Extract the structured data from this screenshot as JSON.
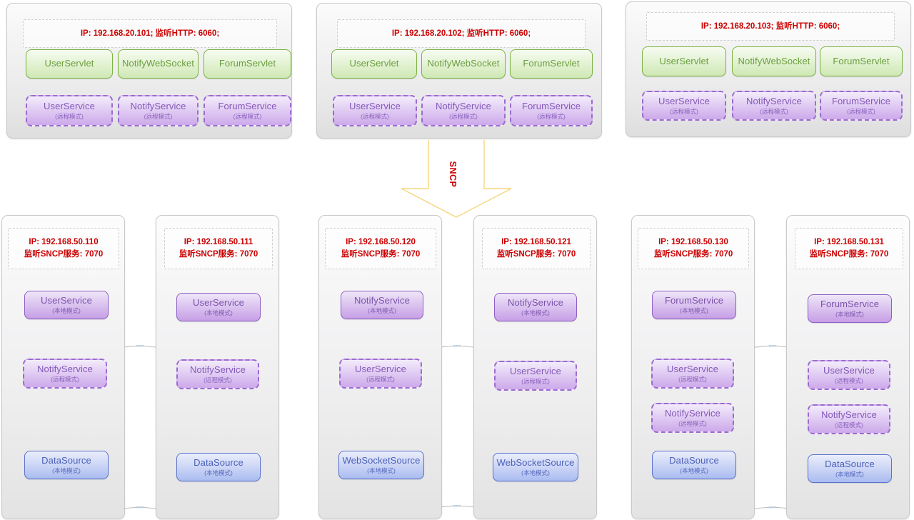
{
  "diagram": {
    "protocol_label": "SNCP",
    "colors": {
      "ip_text": "#cc0000",
      "green_border": "#7cb342",
      "green_text": "#6a9e3e",
      "purple_border": "#8e5fc4",
      "purple_text": "#7b52ab",
      "blue_border": "#5b72cf",
      "blue_text": "#4a5fb8",
      "arrow": "#f6d77a",
      "link": "#b9b9b9",
      "panel_bg": "#eeeeef"
    },
    "link_label": "SNCP"
  },
  "app_tier": [
    {
      "ip_line": "IP: 192.168.20.101;  监听HTTP: 6060;",
      "servlets": [
        {
          "name": "UserServlet"
        },
        {
          "name": "NotifyWebSocket"
        },
        {
          "name": "ForumServlet"
        }
      ],
      "services": [
        {
          "name": "UserService",
          "mode": "(远程模式)"
        },
        {
          "name": "NotifyService",
          "mode": "(远程模式)"
        },
        {
          "name": "ForumService",
          "mode": "(远程模式)"
        }
      ]
    },
    {
      "ip_line": "IP: 192.168.20.102;  监听HTTP: 6060;",
      "servlets": [
        {
          "name": "UserServlet"
        },
        {
          "name": "NotifyWebSocket"
        },
        {
          "name": "ForumServlet"
        }
      ],
      "services": [
        {
          "name": "UserService",
          "mode": "(远程模式)"
        },
        {
          "name": "NotifyService",
          "mode": "(远程模式)"
        },
        {
          "name": "ForumService",
          "mode": "(远程模式)"
        }
      ]
    },
    {
      "ip_line": "IP: 192.168.20.103;  监听HTTP: 6060;",
      "servlets": [
        {
          "name": "UserServlet"
        },
        {
          "name": "NotifyWebSocket"
        },
        {
          "name": "ForumServlet"
        }
      ],
      "services": [
        {
          "name": "UserService",
          "mode": "(远程模式)"
        },
        {
          "name": "NotifyService",
          "mode": "(远程模式)"
        },
        {
          "name": "ForumService",
          "mode": "(远程模式)"
        }
      ]
    }
  ],
  "service_tier": [
    {
      "ip_line1": "IP: 192.168.50.110",
      "ip_line2": "监听SNCP服务: 7070",
      "components": [
        {
          "name": "UserService",
          "mode": "(本地模式)",
          "style": "purple-solid"
        },
        {
          "name": "NotifyService",
          "mode": "(远程模式)",
          "style": "purple-dash"
        },
        {
          "name": "DataSource",
          "mode": "(本地模式)",
          "style": "blue"
        }
      ]
    },
    {
      "ip_line1": "IP: 192.168.50.111",
      "ip_line2": "监听SNCP服务: 7070",
      "components": [
        {
          "name": "UserService",
          "mode": "(本地模式)",
          "style": "purple-solid"
        },
        {
          "name": "NotifyService",
          "mode": "(远程模式)",
          "style": "purple-dash"
        },
        {
          "name": "DataSource",
          "mode": "(本地模式)",
          "style": "blue"
        }
      ]
    },
    {
      "ip_line1": "IP: 192.168.50.120",
      "ip_line2": "监听SNCP服务: 7070",
      "components": [
        {
          "name": "NotifyService",
          "mode": "(本地模式)",
          "style": "purple-solid"
        },
        {
          "name": "UserService",
          "mode": "(远程模式)",
          "style": "purple-dash"
        },
        {
          "name": "WebSocketSource",
          "mode": "(本地模式)",
          "style": "blue"
        }
      ]
    },
    {
      "ip_line1": "IP: 192.168.50.121",
      "ip_line2": "监听SNCP服务: 7070",
      "components": [
        {
          "name": "NotifyService",
          "mode": "(本地模式)",
          "style": "purple-solid"
        },
        {
          "name": "UserService",
          "mode": "(远程模式)",
          "style": "purple-dash"
        },
        {
          "name": "WebSocketSource",
          "mode": "(本地模式)",
          "style": "blue"
        }
      ]
    },
    {
      "ip_line1": "IP: 192.168.50.130",
      "ip_line2": "监听SNCP服务: 7070",
      "components": [
        {
          "name": "ForumService",
          "mode": "(本地模式)",
          "style": "purple-solid"
        },
        {
          "name": "UserService",
          "mode": "(远程模式)",
          "style": "purple-dash"
        },
        {
          "name": "NotifyService",
          "mode": "(远程模式)",
          "style": "purple-dash"
        },
        {
          "name": "DataSource",
          "mode": "(本地模式)",
          "style": "blue"
        }
      ]
    },
    {
      "ip_line1": "IP: 192.168.50.131",
      "ip_line2": "监听SNCP服务: 7070",
      "components": [
        {
          "name": "ForumService",
          "mode": "(本地模式)",
          "style": "purple-solid"
        },
        {
          "name": "UserService",
          "mode": "(远程模式)",
          "style": "purple-dash"
        },
        {
          "name": "NotifyService",
          "mode": "(远程模式)",
          "style": "purple-dash"
        },
        {
          "name": "DataSource",
          "mode": "(本地模式)",
          "style": "blue"
        }
      ]
    }
  ]
}
